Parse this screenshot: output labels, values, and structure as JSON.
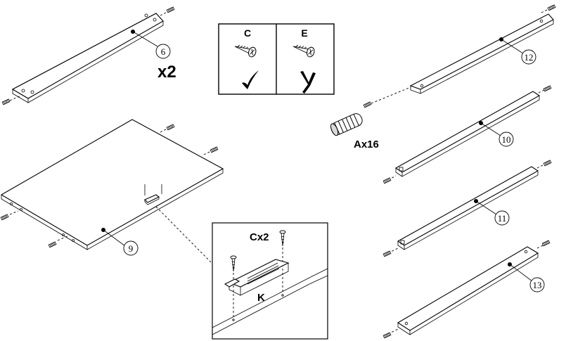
{
  "callouts": {
    "p6": "6",
    "p9": "9",
    "p10": "10",
    "p11": "11",
    "p12": "12",
    "p13": "13"
  },
  "quantity_x2": "x2",
  "dowel_label": "Ax16",
  "screw_box": {
    "left_label": "C",
    "right_label": "E",
    "left_mark": "check-icon",
    "right_mark": "cross-icon"
  },
  "detail": {
    "screw_label": "Cx2",
    "catch_label": "K"
  }
}
